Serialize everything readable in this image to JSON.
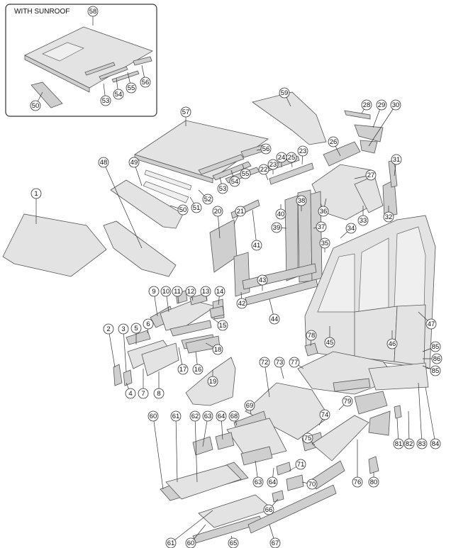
{
  "inset": {
    "title": "WITH SUNROOF"
  },
  "callouts": [
    {
      "id": "58",
      "label": "58"
    },
    {
      "id": "50i",
      "label": "50"
    },
    {
      "id": "53i",
      "label": "53"
    },
    {
      "id": "54i",
      "label": "54"
    },
    {
      "id": "55i",
      "label": "55"
    },
    {
      "id": "56i",
      "label": "56"
    },
    {
      "id": "59",
      "label": "59"
    },
    {
      "id": "28",
      "label": "28"
    },
    {
      "id": "29",
      "label": "29"
    },
    {
      "id": "30",
      "label": "30"
    },
    {
      "id": "57",
      "label": "57"
    },
    {
      "id": "56",
      "label": "56"
    },
    {
      "id": "55",
      "label": "55"
    },
    {
      "id": "54",
      "label": "54"
    },
    {
      "id": "53",
      "label": "53"
    },
    {
      "id": "52",
      "label": "52"
    },
    {
      "id": "51",
      "label": "51"
    },
    {
      "id": "50",
      "label": "50"
    },
    {
      "id": "49",
      "label": "49"
    },
    {
      "id": "48",
      "label": "48"
    },
    {
      "id": "1",
      "label": "1"
    },
    {
      "id": "26",
      "label": "26"
    },
    {
      "id": "23a",
      "label": "23"
    },
    {
      "id": "24",
      "label": "24"
    },
    {
      "id": "25",
      "label": "25"
    },
    {
      "id": "23b",
      "label": "23"
    },
    {
      "id": "22",
      "label": "22"
    },
    {
      "id": "27",
      "label": "27"
    },
    {
      "id": "31",
      "label": "31"
    },
    {
      "id": "32",
      "label": "32"
    },
    {
      "id": "33",
      "label": "33"
    },
    {
      "id": "36",
      "label": "36"
    },
    {
      "id": "38",
      "label": "38"
    },
    {
      "id": "40",
      "label": "40"
    },
    {
      "id": "39",
      "label": "39"
    },
    {
      "id": "37",
      "label": "37"
    },
    {
      "id": "34",
      "label": "34"
    },
    {
      "id": "35",
      "label": "35"
    },
    {
      "id": "41",
      "label": "41"
    },
    {
      "id": "21",
      "label": "21"
    },
    {
      "id": "20",
      "label": "20"
    },
    {
      "id": "43",
      "label": "43"
    },
    {
      "id": "42",
      "label": "42"
    },
    {
      "id": "44",
      "label": "44"
    },
    {
      "id": "45",
      "label": "45"
    },
    {
      "id": "46",
      "label": "46"
    },
    {
      "id": "47",
      "label": "47"
    },
    {
      "id": "9",
      "label": "9"
    },
    {
      "id": "10",
      "label": "10"
    },
    {
      "id": "11",
      "label": "11"
    },
    {
      "id": "12",
      "label": "12"
    },
    {
      "id": "13",
      "label": "13"
    },
    {
      "id": "14",
      "label": "14"
    },
    {
      "id": "15",
      "label": "15"
    },
    {
      "id": "6",
      "label": "6"
    },
    {
      "id": "5",
      "label": "5"
    },
    {
      "id": "2",
      "label": "2"
    },
    {
      "id": "3",
      "label": "3"
    },
    {
      "id": "4",
      "label": "4"
    },
    {
      "id": "7",
      "label": "7"
    },
    {
      "id": "8",
      "label": "8"
    },
    {
      "id": "17",
      "label": "17"
    },
    {
      "id": "16",
      "label": "16"
    },
    {
      "id": "18",
      "label": "18"
    },
    {
      "id": "19",
      "label": "19"
    },
    {
      "id": "78",
      "label": "78"
    },
    {
      "id": "85a",
      "label": "85"
    },
    {
      "id": "86",
      "label": "86"
    },
    {
      "id": "85b",
      "label": "85"
    },
    {
      "id": "77",
      "label": "77"
    },
    {
      "id": "72",
      "label": "72"
    },
    {
      "id": "73",
      "label": "73"
    },
    {
      "id": "79",
      "label": "79"
    },
    {
      "id": "69",
      "label": "69"
    },
    {
      "id": "74",
      "label": "74"
    },
    {
      "id": "75",
      "label": "75"
    },
    {
      "id": "81",
      "label": "81"
    },
    {
      "id": "82",
      "label": "82"
    },
    {
      "id": "83",
      "label": "83"
    },
    {
      "id": "84",
      "label": "84"
    },
    {
      "id": "76",
      "label": "76"
    },
    {
      "id": "80",
      "label": "80"
    },
    {
      "id": "60a",
      "label": "60"
    },
    {
      "id": "61a",
      "label": "61"
    },
    {
      "id": "62",
      "label": "62"
    },
    {
      "id": "63a",
      "label": "63"
    },
    {
      "id": "64a",
      "label": "64"
    },
    {
      "id": "68",
      "label": "68"
    },
    {
      "id": "63b",
      "label": "63"
    },
    {
      "id": "64b",
      "label": "64"
    },
    {
      "id": "71",
      "label": "71"
    },
    {
      "id": "70",
      "label": "70"
    },
    {
      "id": "66",
      "label": "66"
    },
    {
      "id": "61b",
      "label": "61"
    },
    {
      "id": "60b",
      "label": "60"
    },
    {
      "id": "65",
      "label": "65"
    },
    {
      "id": "67",
      "label": "67"
    }
  ]
}
